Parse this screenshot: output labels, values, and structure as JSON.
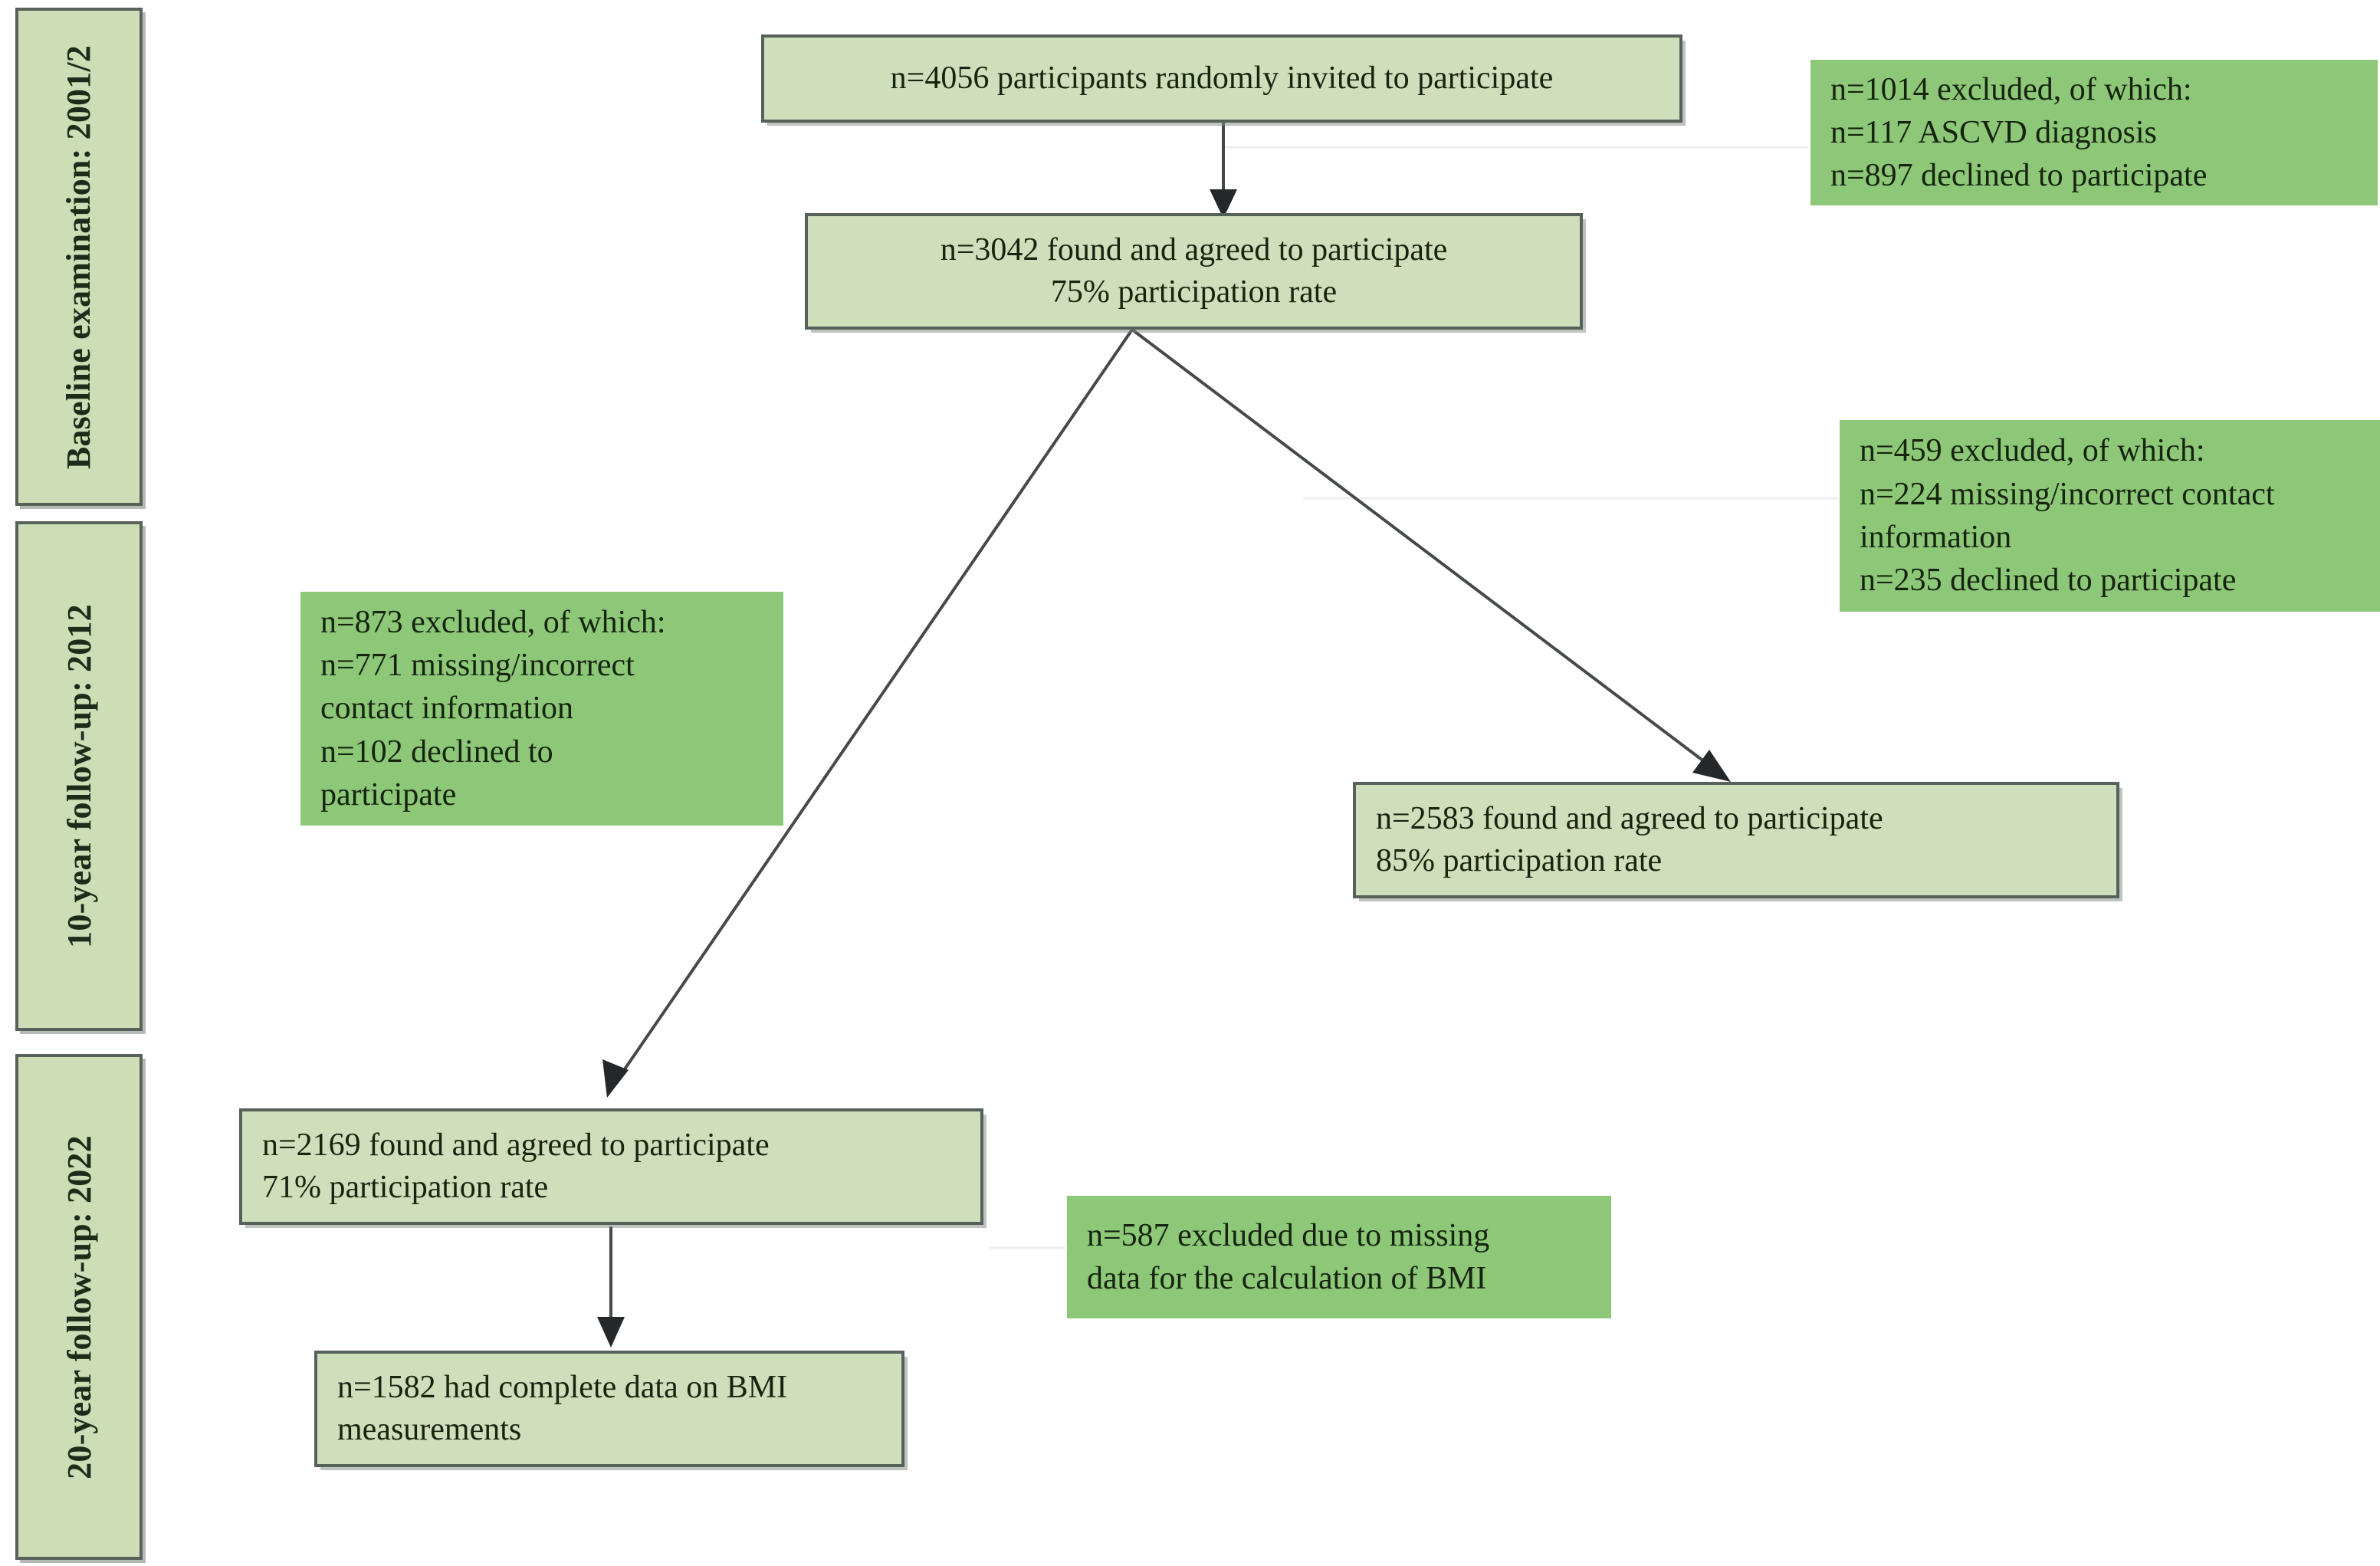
{
  "figure": {
    "type": "participant-flow-diagram",
    "colors": {
      "node_fill": "#cfdfbb",
      "node_border": "#55625a",
      "exclusion_fill": "#8dc878",
      "text": "#17240f",
      "connector": "#45494b",
      "background": "#ffffff"
    }
  },
  "phases": [
    {
      "label": "Baseline examination: 2001/2"
    },
    {
      "label": "10-year follow-up: 2012"
    },
    {
      "label": "20-year follow-up: 2022"
    }
  ],
  "nodes": [
    {
      "id": "invited",
      "n": 4056,
      "lines": [
        "n=4056 participants randomly invited to participate"
      ]
    },
    {
      "id": "baseline-participants",
      "n": 3042,
      "rate": "75%",
      "lines": [
        "n=3042 found and agreed to participate",
        "75% participation rate"
      ]
    },
    {
      "id": "followup10-participants",
      "n": 2583,
      "rate": "85%",
      "lines": [
        "n=2583 found and agreed to participate",
        "85% participation rate"
      ]
    },
    {
      "id": "followup20-participants",
      "n": 2169,
      "rate": "71%",
      "lines": [
        "n=2169 found and agreed to participate",
        "71% participation rate"
      ]
    },
    {
      "id": "complete-bmi",
      "n": 1582,
      "lines": [
        "n=1582 had complete data on BMI",
        "measurements"
      ]
    }
  ],
  "exclusions": [
    {
      "id": "excl-baseline",
      "n": 1014,
      "lines": [
        "n=1014 excluded, of which:",
        "n=117 ASCVD diagnosis",
        "n=897 declined to participate"
      ]
    },
    {
      "id": "excl-followup10",
      "n": 459,
      "lines": [
        "n=459 excluded, of which:",
        "n=224 missing/incorrect contact",
        "information",
        "n=235 declined to participate"
      ]
    },
    {
      "id": "excl-followup20",
      "n": 873,
      "lines": [
        "n=873 excluded, of which:",
        "n=771 missing/incorrect",
        "contact information",
        "n=102 declined to",
        "participate"
      ]
    },
    {
      "id": "excl-bmi",
      "n": 587,
      "lines": [
        "n=587 excluded due to missing",
        "data for the calculation of BMI"
      ]
    }
  ]
}
